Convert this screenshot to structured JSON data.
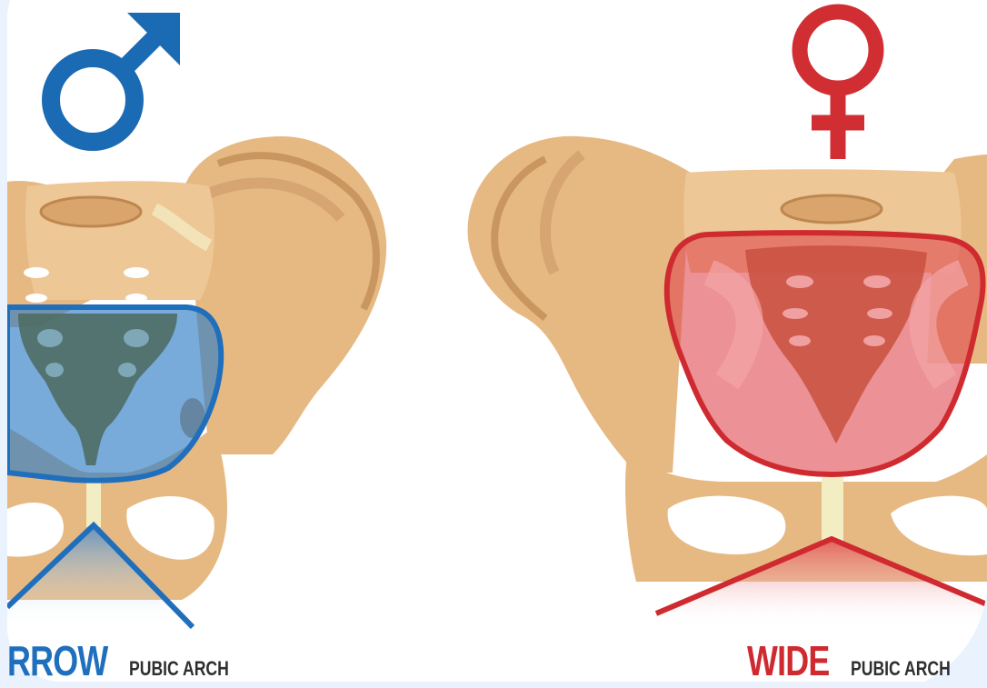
{
  "male": {
    "symbol": "male-symbol",
    "arch_word": "RROW",
    "arch_label": "PUBIC ARCH",
    "accent": "#1f6fbd"
  },
  "female": {
    "symbol": "female-symbol",
    "arch_word": "WIDE",
    "arch_label": "PUBIC ARCH",
    "accent": "#cf2a2f"
  },
  "colors": {
    "background": "#ffffff",
    "frame": "#eaf3fd",
    "bone": "#e6b983",
    "bone_shadow": "#c99660",
    "cartilage": "#f3edc3"
  }
}
